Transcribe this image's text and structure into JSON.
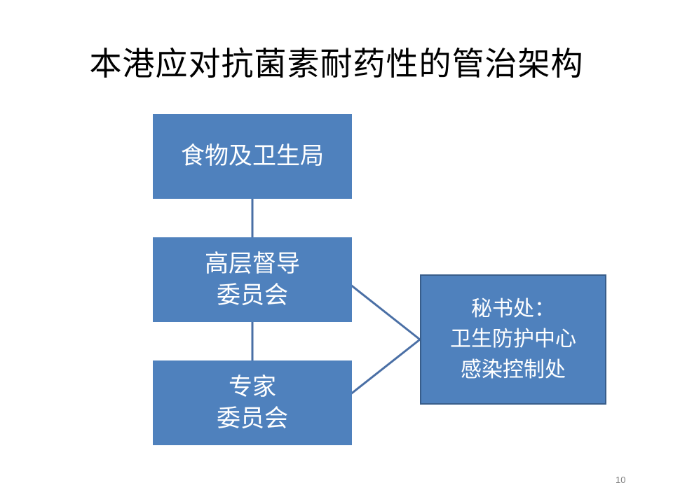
{
  "title": "本港应对抗菌素耐药性的管治架构",
  "nodes": {
    "food_health_bureau": {
      "line1": "食物及卫生局"
    },
    "steering_committee": {
      "line1": "高层督导",
      "line2": "委员会"
    },
    "expert_committee": {
      "line1": "专家",
      "line2": "委员会"
    },
    "secretariat": {
      "line1": "秘书处：",
      "line2": "卫生防护中心",
      "line3": "感染控制处"
    }
  },
  "colors": {
    "box_fill": "#4f81bd",
    "box_border": "#385d8a",
    "connector": "#4a6fa5"
  },
  "page_number": "10"
}
